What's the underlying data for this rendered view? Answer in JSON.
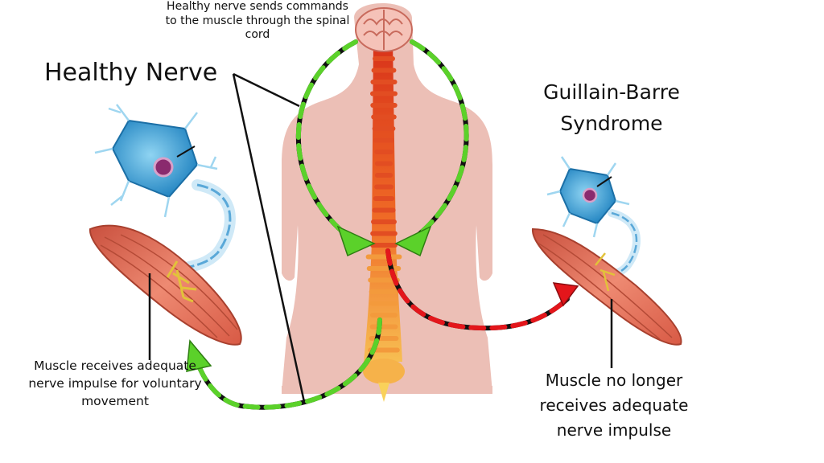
{
  "labels": {
    "top_note": "Healthy nerve sends commands to the muscle through the spinal cord",
    "left_title": "Healthy Nerve",
    "right_title_line1": "Guillain-Barre",
    "right_title_line2": "Syndrome",
    "bottom_left": "Muscle receives adequate nerve impulse for voluntary movement",
    "bottom_right_line1": "Muscle no longer",
    "bottom_right_line2": "receives adequate",
    "bottom_right_line3": "nerve impulse"
  },
  "colors": {
    "body_silhouette": "#ecbfb6",
    "spine_top": "#e03a1e",
    "spine_bottom": "#f6b24a",
    "healthy_signal": "#5bd12a",
    "blocked_signal": "#e3161b",
    "neuron": "#3a9fd6",
    "muscle": "#e8735c"
  },
  "icons": [
    "brain-icon",
    "neuron-icon",
    "muscle-icon",
    "spinal-cord-icon"
  ]
}
